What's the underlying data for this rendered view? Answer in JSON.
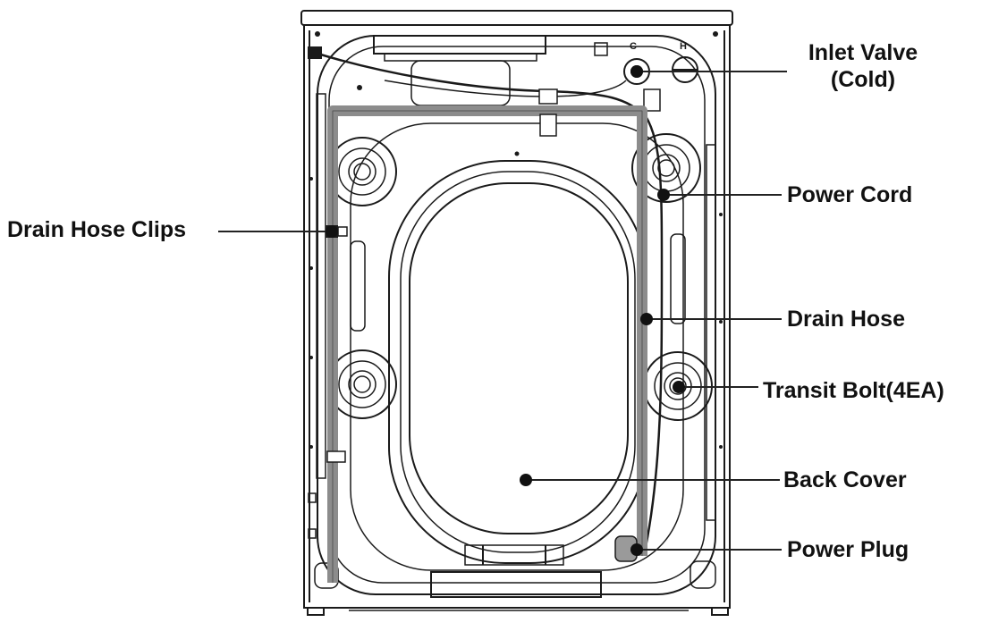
{
  "diagram": {
    "labels": {
      "inlet_valve_line1": "Inlet Valve",
      "inlet_valve_line2": "(Cold)",
      "power_cord": "Power Cord",
      "drain_hose_clips": "Drain Hose Clips",
      "drain_hose": "Drain Hose",
      "transit_bolt": "Transit Bolt(4EA)",
      "back_cover": "Back Cover",
      "power_plug": "Power Plug"
    },
    "valve_markers": {
      "cold": "C",
      "hot": "H"
    },
    "colors": {
      "outline": "#1a1a1a",
      "hose": "#8c8c8c",
      "background": "#ffffff"
    }
  }
}
